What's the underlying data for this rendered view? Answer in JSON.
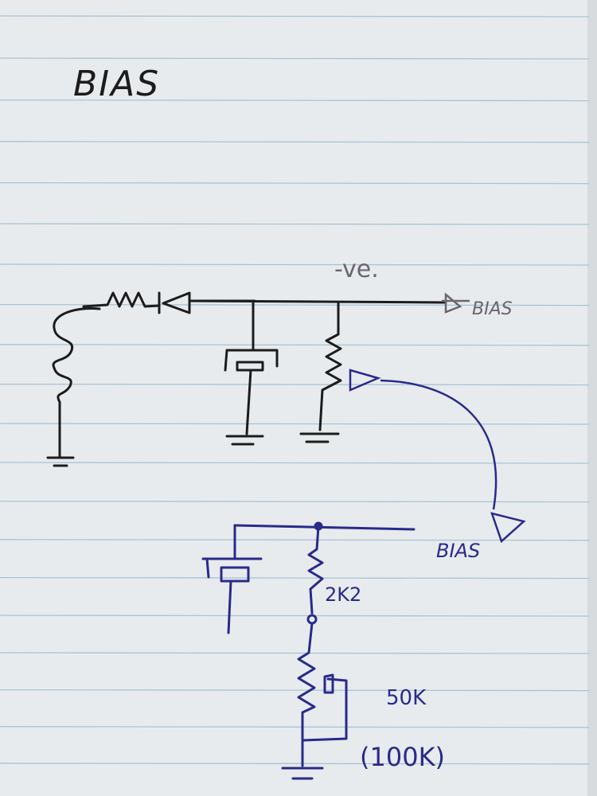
{
  "title": "BIAS",
  "top_circuit": {
    "polarity_label": "-ve.",
    "output_label": "BIAS"
  },
  "bottom_circuit": {
    "input_label": "BIAS",
    "resistor_label": "2K2",
    "pot_label": "50K",
    "pot_alt_label": "(100K)"
  },
  "colors": {
    "paper": "#eceff1",
    "rule_line": "#a9c3d3",
    "black_ink": "#1c1c1c",
    "grey_ink": "#6a6670",
    "blue_ink": "#2a2a8a"
  }
}
